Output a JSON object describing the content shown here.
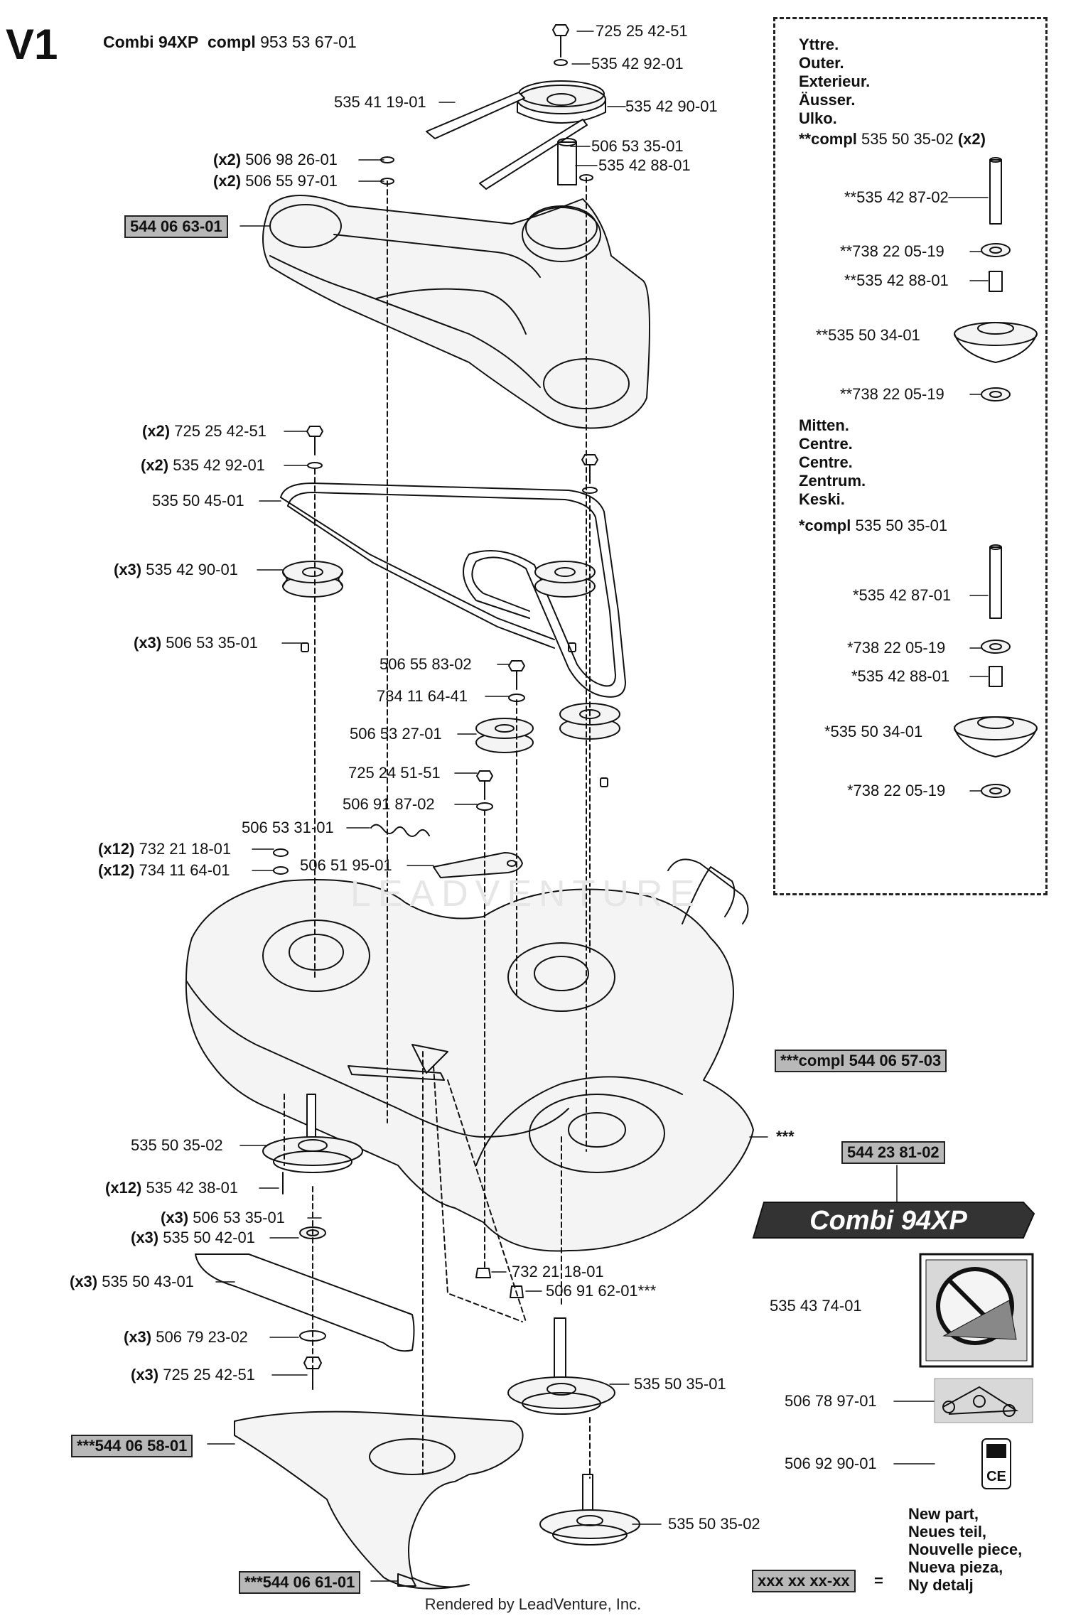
{
  "header": {
    "sheet": "V1",
    "model": "Combi 94XP",
    "compl_label": "compl",
    "compl_number": "953 53 67-01"
  },
  "legend": {
    "outer_lines": [
      "Yttre.",
      "Outer.",
      "Exterieur.",
      "Äusser.",
      "Ulko."
    ],
    "outer_compl": {
      "prefix": "**compl",
      "number": "535 50 35-02",
      "qty": "(x2)"
    },
    "outer_parts": [
      "**535 42 87-02",
      "**738 22 05-19",
      "**535 42 88-01",
      "**535 50 34-01",
      "**738 22 05-19"
    ],
    "center_lines": [
      "Mitten.",
      "Centre.",
      "Centre.",
      "Zentrum.",
      "Keski."
    ],
    "center_compl": {
      "prefix": "*compl",
      "number": "535 50 35-01"
    },
    "center_parts": [
      "*535 42 87-01",
      "*738 22 05-19",
      "*535 42 88-01",
      "*535 50 34-01",
      "*738 22 05-19"
    ]
  },
  "callouts": [
    {
      "qty": "",
      "num": "725 25 42-51"
    },
    {
      "qty": "",
      "num": "535 42 92-01"
    },
    {
      "qty": "",
      "num": "535 41 19-01"
    },
    {
      "qty": "",
      "num": "535 42 90-01"
    },
    {
      "qty": "",
      "num": "506 53 35-01"
    },
    {
      "qty": "(x2)",
      "num": "506 98 26-01"
    },
    {
      "qty": "",
      "num": "535 42 88-01"
    },
    {
      "qty": "(x2)",
      "num": "506 55 97-01"
    },
    {
      "qty": "(x2)",
      "num": "725 25 42-51"
    },
    {
      "qty": "(x2)",
      "num": "535 42 92-01"
    },
    {
      "qty": "",
      "num": "535 50 45-01"
    },
    {
      "qty": "(x3)",
      "num": "535 42 90-01"
    },
    {
      "qty": "(x3)",
      "num": "506 53 35-01"
    },
    {
      "qty": "",
      "num": "506 55 83-02"
    },
    {
      "qty": "",
      "num": "734 11 64-41"
    },
    {
      "qty": "",
      "num": "506 53 27-01"
    },
    {
      "qty": "",
      "num": "725 24 51-51"
    },
    {
      "qty": "",
      "num": "506 91 87-02"
    },
    {
      "qty": "",
      "num": "506 53 31-01"
    },
    {
      "qty": "(x12)",
      "num": "732 21 18-01"
    },
    {
      "qty": "(x12)",
      "num": "734 11 64-01"
    },
    {
      "qty": "",
      "num": "506 51 95-01"
    },
    {
      "qty": "",
      "num": "535 50 35-02"
    },
    {
      "qty": "(x12)",
      "num": "535 42 38-01"
    },
    {
      "qty": "(x3)",
      "num": "506 53 35-01"
    },
    {
      "qty": "(x3)",
      "num": "535 50 42-01"
    },
    {
      "qty": "(x3)",
      "num": "535 50 43-01"
    },
    {
      "qty": "(x3)",
      "num": "506 79 23-02"
    },
    {
      "qty": "(x3)",
      "num": "725 25 42-51"
    },
    {
      "qty": "",
      "num": "732 21 18-01"
    },
    {
      "qty": "",
      "num": "506 91 62-01***"
    },
    {
      "qty": "",
      "num": "535 50 35-01"
    },
    {
      "qty": "",
      "num": "535 50 35-02"
    },
    {
      "qty": "",
      "num": "535 43 74-01"
    },
    {
      "qty": "",
      "num": "506 78 97-01"
    },
    {
      "qty": "",
      "num": "506 92 90-01"
    }
  ],
  "boxed": {
    "upper_cover": "544 06 63-01",
    "deck_compl": "***compl 544 06 57-03",
    "decal_part": "544 23 81-02",
    "lower_cover": "***544 06 58-01",
    "knob_part": "***544 06 61-01",
    "new_part_placeholder": "xxx xx xx-xx"
  },
  "deck_marker": "***",
  "decal_text": "Combi 94XP",
  "new_part": {
    "equals": "=",
    "lines": [
      "New part,",
      "Neues teil,",
      "Nouvelle piece,",
      "Nueva pieza,",
      "Ny detalj"
    ]
  },
  "watermark": "LEADVENTURE",
  "footer": "Rendered by LeadVenture, Inc.",
  "colors": {
    "line": "#111111",
    "box_fill": "#b8b8b8",
    "part_fill": "#f4f4f4",
    "decal_dark": "#333333"
  }
}
